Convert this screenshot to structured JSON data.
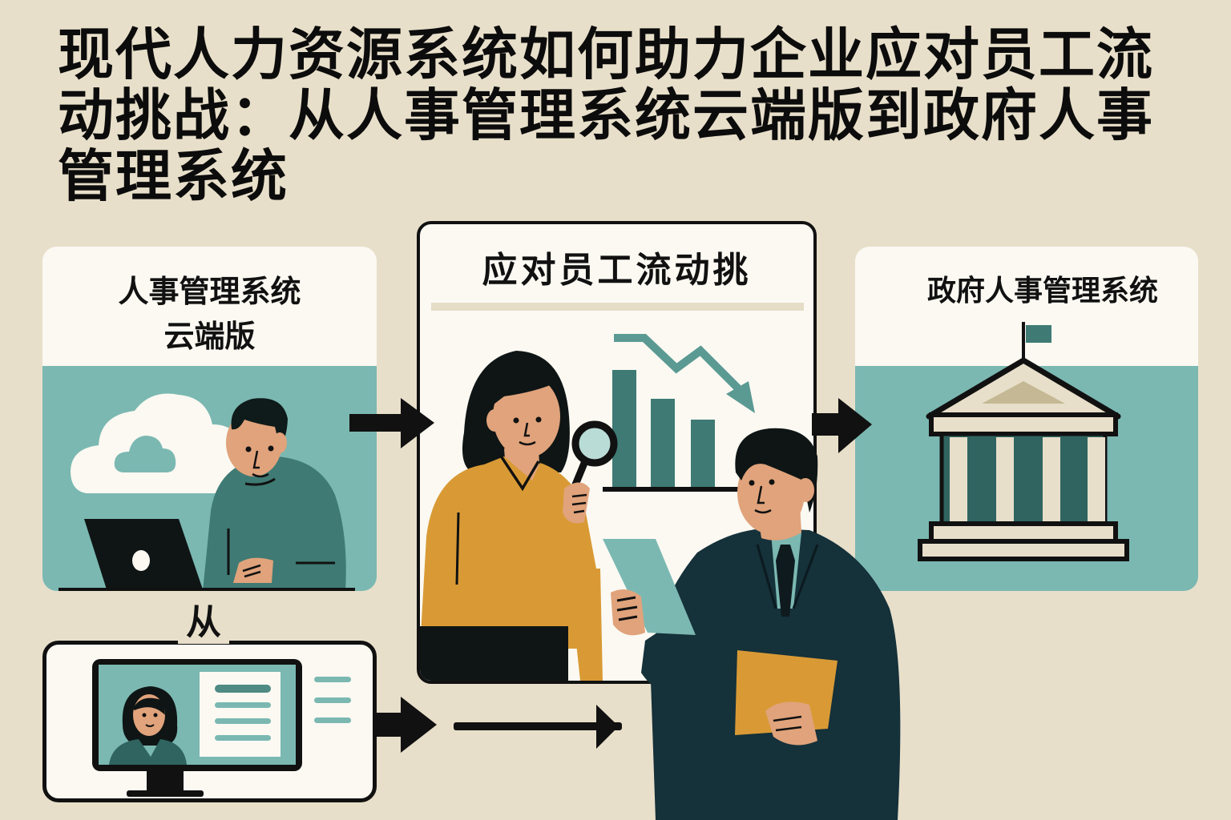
{
  "title": "现代人力资源系统如何助力企业应对员工流动挑战：从人事管理系统云端版到政府人事管理系统",
  "title_lines": [
    "现代人力资源系统如何助力企业应对员工流",
    "动挑战：从人事管理系统云端版到政府人事",
    "管理系统"
  ],
  "panels": {
    "left": {
      "label_line1": "人事管理系统",
      "label_line2": "云端版",
      "icons": [
        "cloud-icon",
        "laptop-icon",
        "person-icon"
      ]
    },
    "middle": {
      "label": "应对员工流动挑",
      "icons": [
        "magnifying-glass-icon",
        "declining-bar-chart-icon",
        "trend-down-arrow-icon",
        "person-icon"
      ],
      "chart": {
        "bars": 3,
        "trend": "down"
      }
    },
    "right": {
      "label": "政府人事管理系统",
      "icons": [
        "government-building-icon",
        "flag-icon"
      ]
    },
    "bottom": {
      "label": "从",
      "icons": [
        "monitor-icon",
        "profile-card-icon",
        "list-lines-icon"
      ]
    }
  },
  "colors": {
    "background": "#e8dfca",
    "panel": "#fbf9f2",
    "teal": "#7bb8b2",
    "dark_teal": "#3f7a74",
    "mustard": "#d99a35",
    "skin": "#e0a37b",
    "navy": "#15313a",
    "ink": "#111111"
  }
}
